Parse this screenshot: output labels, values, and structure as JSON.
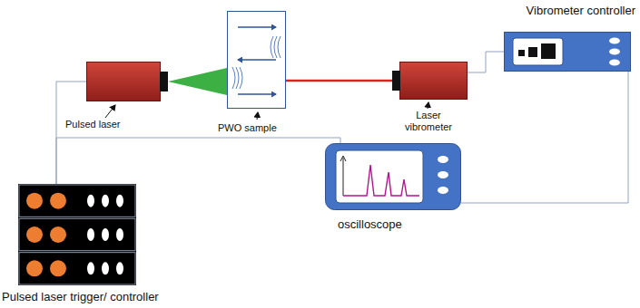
{
  "diagram": {
    "nodes": [
      {
        "text": [
          "Pulsed laser"
        ]
      },
      {
        "text": [
          "PWO sample"
        ]
      },
      {
        "text": [
          "Laser vibrometer"
        ]
      },
      {
        "text": [
          "Vibrometer controller"
        ]
      },
      {
        "text": [
          "oscilloscope"
        ]
      },
      {
        "text": [
          "Pulsed laser trigger/ controller"
        ]
      }
    ],
    "edges": [
      {
        "from": 0,
        "to": 1,
        "arrow": "none"
      },
      {
        "from": 1,
        "to": 2,
        "arrow": "none"
      },
      {
        "from": 2,
        "to": 3,
        "arrow": "none"
      },
      {
        "from": 0,
        "to": 5,
        "arrow": "none"
      },
      {
        "from": 5,
        "to": 4,
        "arrow": "none"
      },
      {
        "from": 4,
        "to": 3,
        "arrow": "none"
      }
    ]
  }
}
